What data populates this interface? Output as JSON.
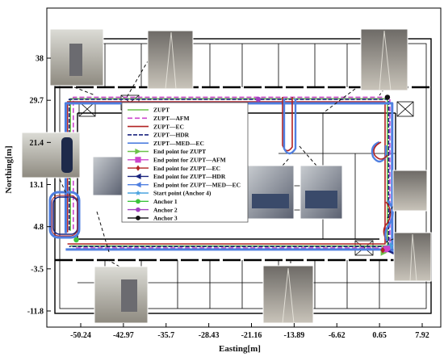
{
  "chart_data": {
    "type": "line",
    "xlabel": "Easting[m]",
    "ylabel": "Northing[m]",
    "x_ticks": [
      -50.24,
      -42.97,
      -35.7,
      -28.43,
      -21.16,
      -13.89,
      -6.62,
      0.65,
      7.92
    ],
    "y_ticks": [
      38,
      29.7,
      21.4,
      13.1,
      4.8,
      -3.5,
      -11.8
    ],
    "xlim": [
      -57.0,
      11.0
    ],
    "ylim": [
      -15.5,
      44.5
    ],
    "grid": false,
    "legend_position": "upper-center",
    "series": [
      {
        "name": "ZUPT",
        "color": "#6cc24a",
        "dash": "solid",
        "x": [
          -52,
          -52,
          -52,
          2,
          2,
          -52
        ],
        "y": [
          4,
          13,
          30,
          30,
          1,
          1
        ]
      },
      {
        "name": "ZUPT—AFM",
        "color": "#cc44cc",
        "dash": "6,3",
        "x": [
          -51.5,
          -51.5,
          2.4,
          2.4,
          -51.5
        ],
        "y": [
          4.3,
          30.3,
          30.3,
          0.6,
          0.6
        ]
      },
      {
        "name": "ZUPT—EC",
        "color": "#b22222",
        "dash": "solid",
        "x": [
          -52.5,
          -52.5,
          1.6,
          1.6,
          -52.5
        ],
        "y": [
          3.7,
          29.4,
          29.4,
          1.4,
          1.4
        ]
      },
      {
        "name": "ZUPT—HDR",
        "color": "#1a237e",
        "dash": "5,2",
        "x": [
          -52.2,
          -52.2,
          2.2,
          2.2,
          -52.2
        ],
        "y": [
          4.1,
          29.9,
          29.9,
          0.9,
          0.9
        ]
      },
      {
        "name": "ZUPT—MED—EC",
        "color": "#4f7fe0",
        "dash": "solid",
        "x": [
          -52.8,
          -52.8,
          2.8,
          2.8,
          -52.8
        ],
        "y": [
          3.5,
          29.1,
          29.1,
          0.3,
          0.3
        ]
      }
    ],
    "legend": [
      {
        "label": "ZUPT",
        "marker": "line",
        "color": "#6cc24a",
        "dash": "solid"
      },
      {
        "label": "ZUPT—AFM",
        "marker": "line",
        "color": "#cc44cc",
        "dash": "6,3"
      },
      {
        "label": "ZUPT—EC",
        "marker": "line",
        "color": "#b22222",
        "dash": "solid"
      },
      {
        "label": "ZUPT—HDR",
        "marker": "line",
        "color": "#1a237e",
        "dash": "5,2"
      },
      {
        "label": "ZUPT—MED—EC",
        "marker": "line",
        "color": "#4f7fe0",
        "dash": "solid"
      },
      {
        "label": "End point for ZUPT",
        "marker": "arrow-right",
        "color": "#6cc24a"
      },
      {
        "label": "End point for ZUPT—AFM",
        "marker": "square",
        "color": "#cc44cc"
      },
      {
        "label": "End point for ZUPT—EC",
        "marker": "diamond",
        "color": "#b22222"
      },
      {
        "label": "End point for ZUPT—HDR",
        "marker": "arrow-left",
        "color": "#1a237e"
      },
      {
        "label": "End point for ZUPT—MED—EC",
        "marker": "arrow-left",
        "color": "#4f7fe0"
      },
      {
        "label": "Start point (Anchor 4)",
        "marker": "star",
        "color": "#4aa3df"
      },
      {
        "label": "Anchor 1",
        "marker": "dot",
        "color": "#3cc43c"
      },
      {
        "label": "Anchor 2",
        "marker": "dot",
        "color": "#a040c0"
      },
      {
        "label": "Anchor 3",
        "marker": "dot",
        "color": "#111111"
      }
    ],
    "anchors": [
      {
        "name": "Anchor 1",
        "x": -51.0,
        "y": 2.2,
        "color": "#3cc43c"
      },
      {
        "name": "Anchor 2",
        "x": -20.0,
        "y": 29.9,
        "color": "#a040c0"
      },
      {
        "name": "Anchor 3",
        "x": 2.0,
        "y": 30.3,
        "color": "#111111"
      }
    ],
    "start_point": {
      "x": 2.5,
      "y": 1.0,
      "color": "#4aa3df"
    },
    "end_points": [
      {
        "series": "ZUPT",
        "x": 1.4,
        "y": -0.3,
        "marker": "arrow-right",
        "color": "#6cc24a"
      },
      {
        "series": "ZUPT—AFM",
        "x": 1.9,
        "y": 0.4,
        "marker": "square",
        "color": "#cc44cc"
      },
      {
        "series": "ZUPT—EC",
        "x": 1.2,
        "y": 0.2,
        "marker": "diamond",
        "color": "#b22222"
      },
      {
        "series": "ZUPT—HDR",
        "x": 2.6,
        "y": -0.1,
        "marker": "arrow-left",
        "color": "#1a237e"
      },
      {
        "series": "ZUPT—MED—EC",
        "x": 3.0,
        "y": 0.1,
        "marker": "arrow-left",
        "color": "#4f7fe0"
      }
    ]
  }
}
